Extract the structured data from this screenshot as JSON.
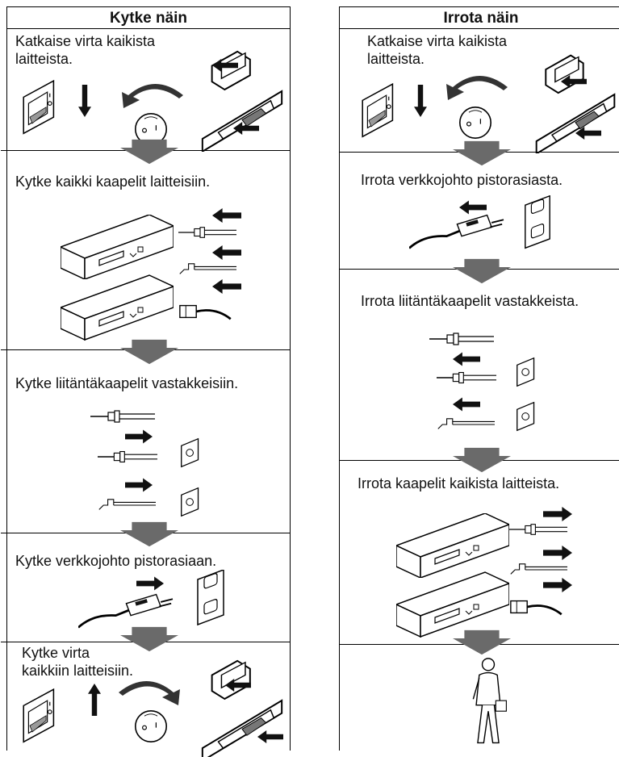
{
  "left": {
    "title": "Kytke näin",
    "steps": [
      "Katkaise virta kaikista\nlaitteista.",
      "Kytke kaikki kaapelit laitteisiin.",
      "Kytke liitäntäkaapelit vastakkeisiin.",
      "Kytke verkkojohto pistorasiaan.",
      "Kytke virta\nkaikkiin laitteisiin."
    ]
  },
  "right": {
    "title": "Irrota näin",
    "steps": [
      "Katkaise virta kaikista\nlaitteista.",
      "Irrota verkkojohto pistorasiasta.",
      "Irrota liitäntäkaapelit vastakkeista.",
      "Irrota kaapelit kaikista laitteista."
    ]
  },
  "icons": {
    "power_switch": "power-switch-icon",
    "dial": "dial-icon",
    "rocker": "rocker-switch-icon",
    "devices": "devices-icon",
    "plugs": "cable-plugs-icon",
    "socket": "wall-socket-icon",
    "person": "person-walking-icon",
    "down_arrow": "down-arrow-icon"
  },
  "colors": {
    "arrow": "#6a6a6a",
    "line": "#000000"
  }
}
